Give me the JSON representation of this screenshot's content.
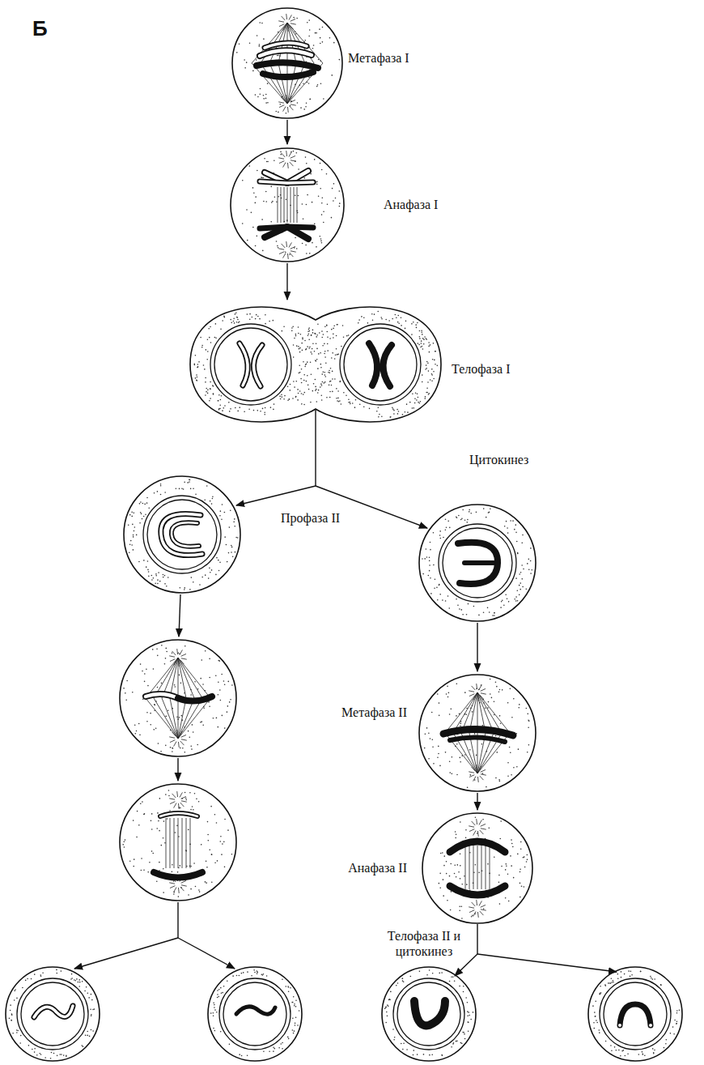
{
  "diagram": {
    "labels": [
      "Б",
      "Метафаза I",
      "Анафаза I",
      "Телофаза I",
      "Цитокинез",
      "Профаза II",
      "Метафаза II",
      "Анафаза II",
      "Телофаза II и цитокинез"
    ]
  }
}
